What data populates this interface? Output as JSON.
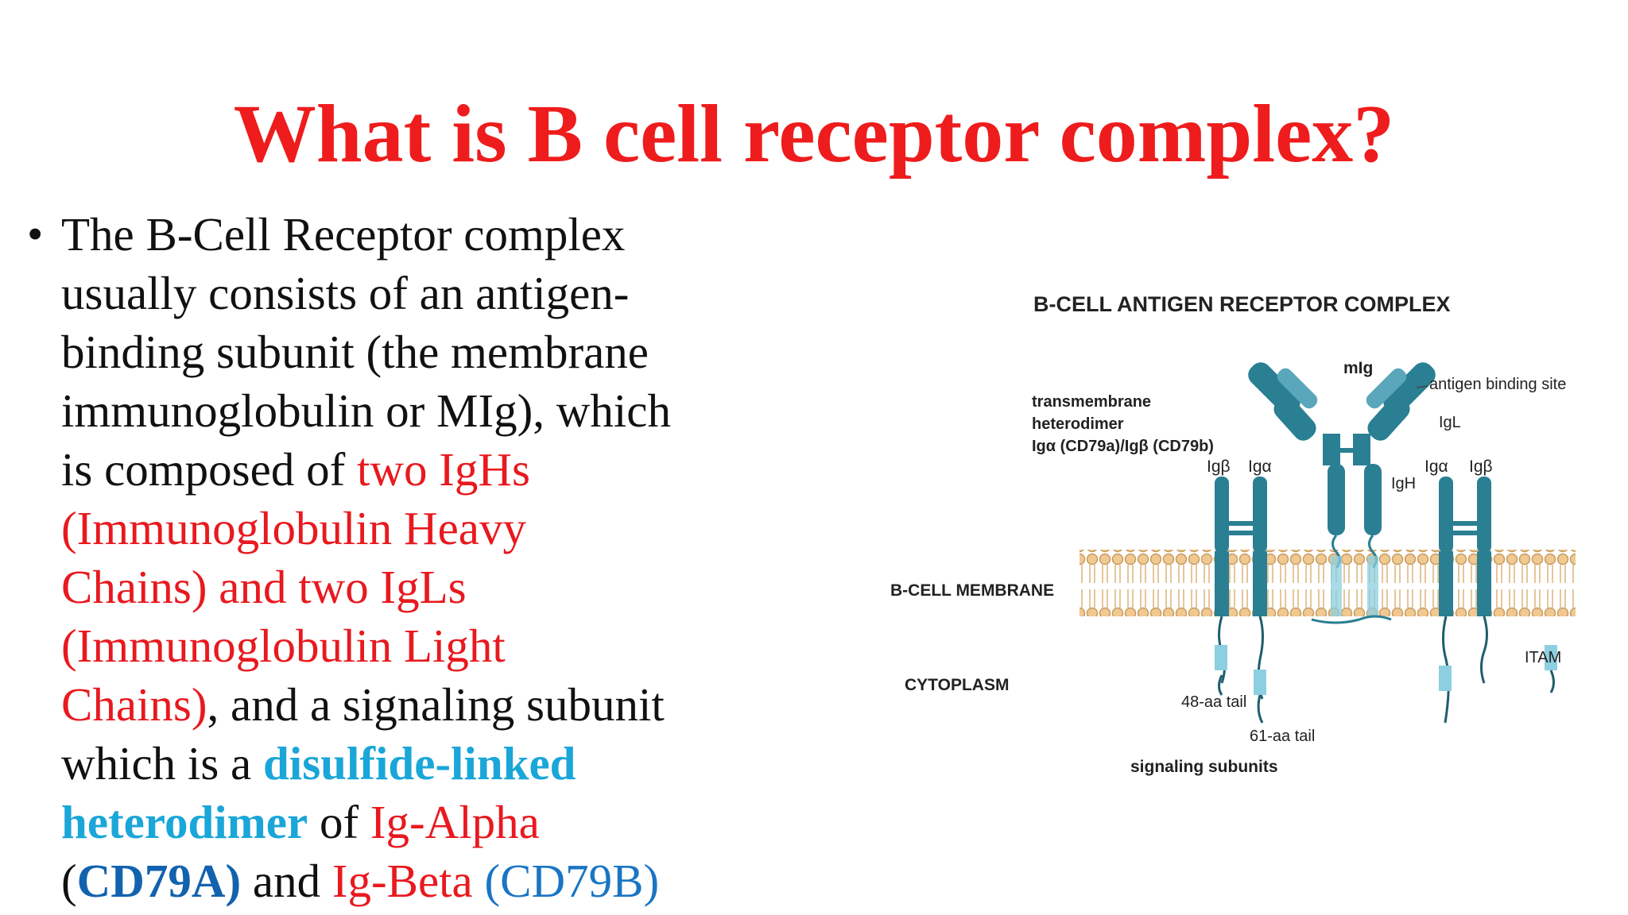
{
  "slide": {
    "title": "What is B cell receptor complex?",
    "bullet": {
      "lines": [
        [
          {
            "t": "The B-Cell Receptor complex",
            "c": ""
          }
        ],
        [
          {
            "t": "usually consists of an antigen-",
            "c": ""
          }
        ],
        [
          {
            "t": "binding subunit (the membrane",
            "c": ""
          }
        ],
        [
          {
            "t": "immunoglobulin or MIg), which",
            "c": ""
          }
        ],
        [
          {
            "t": "is composed of ",
            "c": ""
          },
          {
            "t": "two IgHs",
            "c": "red"
          }
        ],
        [
          {
            "t": "(Immunoglobulin Heavy",
            "c": "red"
          }
        ],
        [
          {
            "t": "Chains) and two IgLs",
            "c": "red"
          }
        ],
        [
          {
            "t": "(Immunoglobulin Light",
            "c": "red"
          }
        ],
        [
          {
            "t": "Chains)",
            "c": "red"
          },
          {
            "t": ", and a signaling subunit",
            "c": ""
          }
        ],
        [
          {
            "t": "which is a ",
            "c": ""
          },
          {
            "t": "disulfide-linked",
            "c": "cyan"
          }
        ],
        [
          {
            "t": "heterodimer",
            "c": "cyan"
          },
          {
            "t": " of ",
            "c": ""
          },
          {
            "t": "Ig-Alpha",
            "c": "red"
          }
        ],
        [
          {
            "t": "(",
            "c": ""
          },
          {
            "t": "CD79A)",
            "c": "darkblue"
          },
          {
            "t": " and ",
            "c": ""
          },
          {
            "t": "Ig-Beta",
            "c": "red"
          },
          {
            "t": " (CD79B)",
            "c": "blue"
          }
        ]
      ]
    }
  },
  "diagram": {
    "title": "B-CELL ANTIGEN RECEPTOR COMPLEX",
    "labels": {
      "mig": "mIg",
      "antigen_binding_site": "antigen binding site",
      "igl": "IgL",
      "igh": "IgH",
      "transmembrane_line1": "transmembrane",
      "transmembrane_line2": "heterodimer",
      "transmembrane_line3": "Igα (CD79a)/Igβ (CD79b)",
      "igb_left": "Igβ",
      "iga_left": "Igα",
      "iga_right": "Igα",
      "igb_right": "Igβ",
      "membrane": "B-CELL MEMBRANE",
      "cytoplasm": "CYTOPLASM",
      "itam": "ITAM",
      "tail48": "48-aa tail",
      "tail61": "61-aa tail",
      "signaling": "signaling subunits"
    },
    "colors": {
      "teal": "#2a7f93",
      "teal_light": "#8ccfe0",
      "lipid_head": "#f0c892",
      "lipid_edge": "#c89b5e"
    }
  }
}
